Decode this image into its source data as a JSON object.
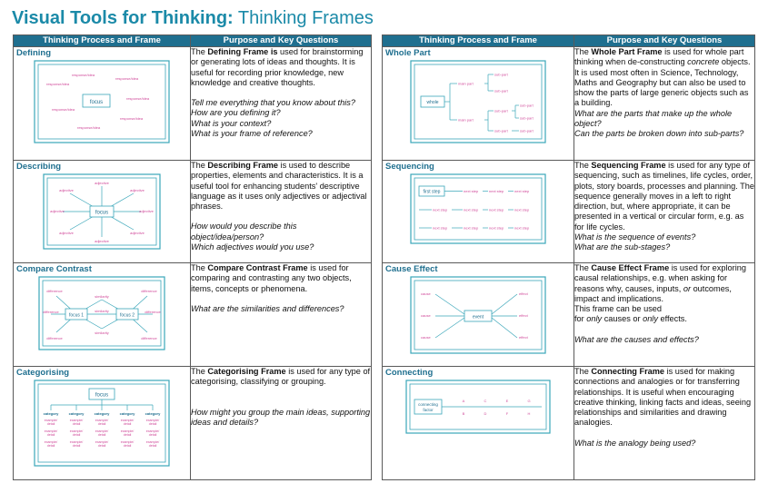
{
  "title": {
    "bold": "Visual Tools for Thinking:",
    "light": " Thinking Frames"
  },
  "headers": {
    "process": "Thinking Process and Frame",
    "purpose": "Purpose and Key Questions"
  },
  "colors": {
    "accent": "#1b8aa8",
    "header_bg": "#1f6f8f",
    "frame_line": "#3aa6b9",
    "pink_text": "#d04a9a"
  },
  "frames": {
    "defining": {
      "name": "Defining",
      "desc": [
        "The ",
        "Defining Frame is",
        " used for brainstorming or generating lots of ideas and thoughts. It is useful for recording prior knowledge, new knowledge and creative thoughts."
      ],
      "questions": [
        "Tell me everything that you know about this?",
        "How are you defining it?",
        "What is your context?",
        "What is your frame of reference?"
      ],
      "diagram": {
        "center": "focus",
        "item": "response/idea"
      }
    },
    "describing": {
      "name": "Describing",
      "desc": [
        "The ",
        "Describing Frame",
        " is used to describe properties, elements and characteristics. It is a useful tool for enhancing students' descriptive language as it uses only adjectives or adjectival phrases."
      ],
      "questions": [
        "How would you describe this object/idea/person?",
        "Which adjectives would you use?"
      ],
      "diagram": {
        "center": "focus",
        "item": "adjective"
      }
    },
    "compare": {
      "name": "Compare Contrast",
      "desc": [
        "The ",
        "Compare Contrast Frame",
        " is used for comparing and contrasting any two objects, items, concepts or phenomena."
      ],
      "questions": [
        "What are the similarities and differences?"
      ],
      "diagram": {
        "focus1": "focus 1",
        "focus2": "focus 2",
        "diff": "difference",
        "sim": "similarity"
      }
    },
    "categorising": {
      "name": "Categorising",
      "desc": [
        "The ",
        "Categorising Frame",
        " is used for any type of categorising, classifying or grouping."
      ],
      "questions": [
        "How might you group the main ideas, supporting ideas and details?"
      ],
      "diagram": {
        "center": "focus",
        "cat": "category",
        "ex1": "example/",
        "ex2": "detail"
      }
    },
    "wholepart": {
      "name": "Whole Part",
      "desc": [
        "The ",
        "Whole Part Frame",
        " is used for whole part thinking when de-constructing "
      ],
      "desc_concrete": "concrete",
      "desc_rest": " objects.  It is used most often in Science, Technology, Maths and Geography but can also be used to show the parts of large generic objects such as a building.",
      "questions": [
        "What are the parts that make up the whole object?",
        "Can the parts be broken down into sub-parts?"
      ],
      "diagram": {
        "whole": "whole",
        "main": "main part",
        "sub": "sub-part"
      }
    },
    "sequencing": {
      "name": "Sequencing",
      "desc": [
        "The ",
        "Sequencing Frame",
        " is used for any type of sequencing, such as timelines, life cycles, order, plots, story boards, processes and planning. The sequence generally moves in a left to right direction, but, where appropriate, it can be presented in a vertical or  circular form, e.g. as for life cycles."
      ],
      "questions": [
        "What is the sequence of events?",
        "What are the sub-stages?"
      ],
      "diagram": {
        "first": "first step",
        "next": "next step"
      }
    },
    "cause": {
      "name": "Cause Effect",
      "desc_parts": [
        "The ",
        "Cause Effect Frame",
        " is used for exploring causal relationships, e.g. when asking for reasons why, causes, inputs, ",
        "or",
        " outcomes, impact and implications."
      ],
      "desc2": [
        "This frame can be used",
        "for ",
        "only",
        " causes or ",
        "only",
        " effects."
      ],
      "questions": [
        "What are the causes and effects?"
      ],
      "diagram": {
        "event": "event",
        "cause": "cause",
        "effect": "effect"
      }
    },
    "connecting": {
      "name": "Connecting",
      "desc": [
        "The ",
        "Connecting Frame",
        " is used for making connections and analogies or for transferring relationships. It is useful when encouraging creative thinking, linking facts and ideas, seeing relationships and similarities and drawing analogies."
      ],
      "questions": [
        "What is the analogy being used?"
      ],
      "diagram": {
        "factor1": "connecting",
        "factor2": "factor",
        "top": [
          "A",
          "C",
          "E",
          "G"
        ],
        "bottom": [
          "B",
          "D",
          "F",
          "H"
        ]
      }
    }
  }
}
